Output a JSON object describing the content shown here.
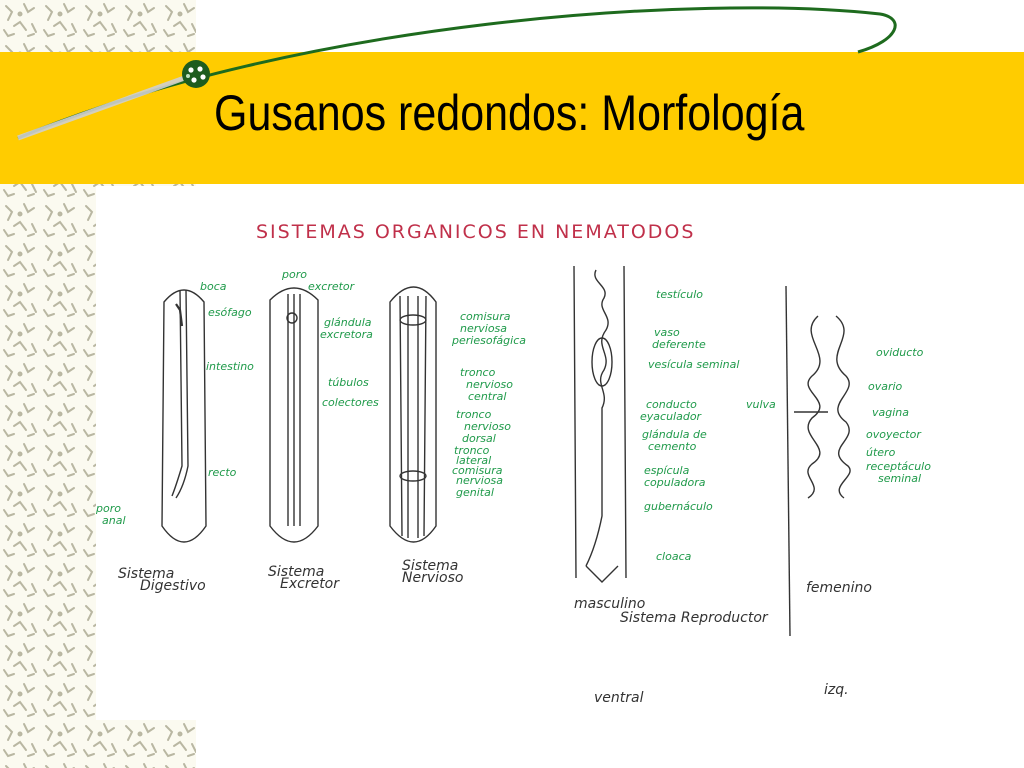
{
  "slide": {
    "title": "Gusanos redondos: Morfología"
  },
  "figure": {
    "heading": "SISTEMAS ORGANICOS EN NEMATODOS",
    "digestive": {
      "caption_line1": "Sistema",
      "caption_line2": "Digestivo",
      "labels": [
        "boca",
        "esófago",
        "intestino",
        "recto",
        "poro",
        "anal"
      ]
    },
    "excretory": {
      "caption_line1": "Sistema",
      "caption_line2": "Excretor",
      "labels": [
        "poro",
        "excretor",
        "glándula",
        "excretora",
        "túbulos",
        "colectores"
      ]
    },
    "nervous": {
      "caption_line1": "Sistema",
      "caption_line2": "Nervioso",
      "labels": [
        "comisura",
        "nerviosa",
        "periesofágica",
        "tronco",
        "nervioso",
        "central",
        "tronco",
        "nervioso",
        "dorsal",
        "tronco",
        "lateral",
        "comisura",
        "nerviosa",
        "genital"
      ]
    },
    "reproductive": {
      "male_label": "masculino",
      "female_label": "femenino",
      "caption": "Sistema Reproductor",
      "male_labels": [
        "testículo",
        "vaso",
        "deferente",
        "vesícula seminal",
        "conducto",
        "eyaculador",
        "glándula de",
        "cemento",
        "espícula",
        "copuladora",
        "gubernáculo",
        "cloaca"
      ],
      "female_labels": [
        "vulva",
        "oviducto",
        "ovario",
        "vagina",
        "ovoyector",
        "útero",
        "receptáculo",
        "seminal"
      ],
      "ventral": "ventral",
      "izq": "izq."
    }
  },
  "colors": {
    "band": "#ffcc00",
    "title": "#000000",
    "heading": "#c0304a",
    "labels": "#1f9a4a"
  }
}
